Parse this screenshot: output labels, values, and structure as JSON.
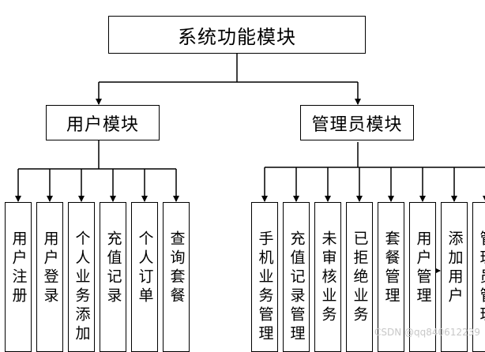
{
  "root": {
    "label": "系统功能模块"
  },
  "branches": [
    {
      "label": "用户模块",
      "children": [
        "用户注册",
        "用户登录",
        "个人业务添加",
        "充值记录",
        "个人订单",
        "查询套餐"
      ]
    },
    {
      "label": "管理员模块",
      "children": [
        "手机业务管理",
        "充值记录管理",
        "未审核业务",
        "已拒绝业务",
        "套餐管理",
        "用户管理",
        "添加用户",
        "管理员管理"
      ]
    }
  ],
  "watermark": "CSDN @qq840612239",
  "colors": {
    "line": "#000000",
    "box_fill": "#ffffff",
    "watermark": "#c8c8c8"
  }
}
